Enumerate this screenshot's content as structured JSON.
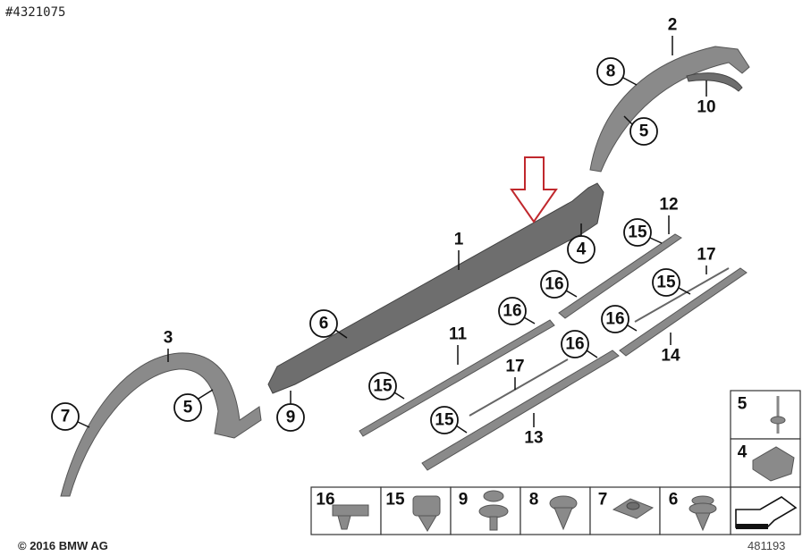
{
  "reference_id": "#4321075",
  "copyright": "© 2016 BMW AG",
  "diagram_number": "481193",
  "accent_color": "#c0282d",
  "callouts": {
    "c2": "2",
    "c8": "8",
    "c5a": "5",
    "c10": "10",
    "c1": "1",
    "c4": "4",
    "c12": "12",
    "c15a": "15",
    "c17a": "17",
    "c15b": "15",
    "c16a": "16",
    "c16b": "16",
    "c14": "14",
    "c6": "6",
    "c16c": "16",
    "c11": "11",
    "c16d": "16",
    "c17b": "17",
    "c15c": "15",
    "c15d": "15",
    "c13": "13",
    "c9": "9",
    "c3": "3",
    "c5b": "5",
    "c7": "7"
  },
  "parts_table": {
    "bottom_row": [
      "16",
      "15",
      "9",
      "8",
      "7",
      "6"
    ],
    "side_column": [
      "5",
      "4"
    ]
  }
}
